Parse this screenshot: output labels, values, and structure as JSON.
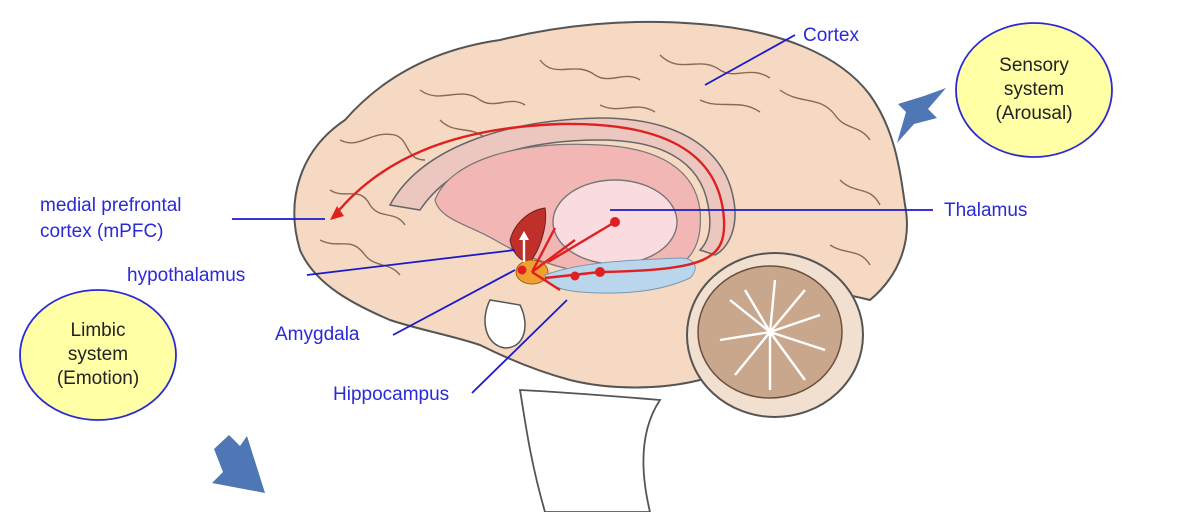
{
  "labels": {
    "cortex": "Cortex",
    "mpfc_line1": "medial prefrontal",
    "mpfc_line2": "cortex (mPFC)",
    "thalamus": "Thalamus",
    "hypothalamus": "hypothalamus",
    "amygdala": "Amygdala",
    "hippocampus": "Hippocampus"
  },
  "ellipses": {
    "sensory": {
      "line1": "Sensory",
      "line2": "system",
      "line3": "(Arousal)"
    },
    "limbic": {
      "line1": "Limbic",
      "line2": "system",
      "line3": "(Emotion)"
    }
  },
  "colors": {
    "label_blue": "#2a2ad6",
    "leader_line": "#1a1acc",
    "pathway_red": "#e02020",
    "ellipse_fill": "#ffffa6",
    "arrow_blue": "#4f77b5",
    "brain_fill": "#f5d9c2",
    "cerebellum_fill": "#c9a78c"
  },
  "icons": {
    "sensory_arrow": "arrow-down-left",
    "limbic_arrow": "arrow-down-right"
  }
}
